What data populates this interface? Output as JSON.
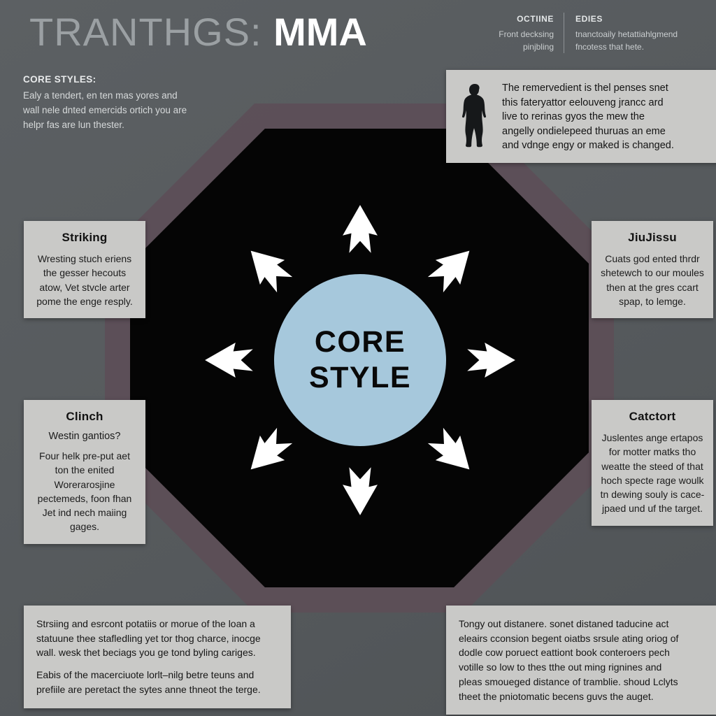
{
  "header": {
    "title_light": "TRANTHGS:",
    "title_bold": "MMA"
  },
  "intro": {
    "heading": "CORE STYLES:",
    "line1": "Ealy a tendert, en ten mas yores and",
    "line2": "wall nele dnted emercids ortich you are",
    "line3": "helpr fas are lun thester."
  },
  "top_right": {
    "col_left": {
      "heading": "OCTIINE",
      "line1": "Front decksing",
      "line2": "pinjbling"
    },
    "col_right": {
      "heading": "EDIES",
      "line1": "tnanctoaily hetattiahlgmend",
      "line2": "fncotess that hete."
    }
  },
  "hero_panel": {
    "figure_icon": "person-silhouette-icon",
    "line1": "The remervedient is thel penses snet",
    "line2": "this fateryattor eelouveng jrancc ard",
    "line3": "live to rerinas gyos the mew the",
    "line4": "angelly ondielepeed thuruas an eme",
    "line5": "and vdnge engy or maked is changed."
  },
  "core": {
    "line1": "CORE",
    "line2": "STYLE",
    "circle_color": "#a6c8dc",
    "arrow_color": "#ffffff",
    "arrow_count": 8
  },
  "panels": [
    {
      "id": "striking",
      "title": "Striking",
      "subtitle": "",
      "body": "Wresting stuch eriens the gesser hecouts atow, Vet stvcle arter pome the enge resply."
    },
    {
      "id": "clinch",
      "title": "Clinch",
      "subtitle": "Westin gantios?",
      "body": "Four helk pre-put aet ton the enited Worerarosjine pectemeds, foon fhan Jet ind nech maiing gages."
    },
    {
      "id": "jiujitsu",
      "title": "JiuJissu",
      "subtitle": "",
      "body": "Cuats god ented thrdr shetewch to our moules then at the gres ccart spap, to lemge."
    },
    {
      "id": "catch",
      "title": "Catctort",
      "subtitle": "",
      "body": "Juslentes ange ertapos for motter matks tho weatte the steed of that hoch specte rage woulk tn dewing souly is cace-jpaed und uf the target."
    }
  ],
  "bottom_left": {
    "para1_line1": "Strsiing and esrcont potatiis or morue of the loan a",
    "para1_line2": "statuune thee stafledling yet tor thog charce, inocge",
    "para1_line3": "wall. wesk thet beciags you ge tond byling cariges.",
    "para2_line1": "Eabis of the macerciuote lorlt–nilg betre teuns and",
    "para2_line2": "prefiile are peretact the sytes anne thneot the terge."
  },
  "bottom_right": {
    "line1": "Tongy out distanere. sonet distaned taducine act",
    "line2": "eleairs cconsion begent oiatbs srsule ating oriog of",
    "line3": "dodle cow poruect eattiont book conteroers pech",
    "line4": "votille so low to thes tthe out ming rignines and",
    "line5": "pleas smoueged distance of tramblie. shoud Lclyts",
    "line6": "theet the pniotomatic becens guvs the auget."
  },
  "colors": {
    "background": "#575b5e",
    "octagon_border": "#5d4f57",
    "octagon_fill": "#050505",
    "panel_bg": "#c9c9c7",
    "accent_circle": "#a6c8dc"
  }
}
